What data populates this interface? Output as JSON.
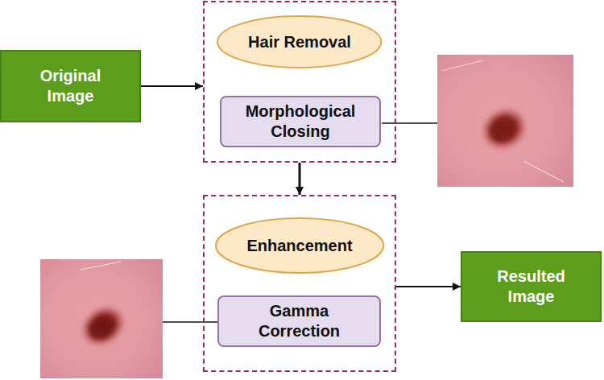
{
  "diagram": {
    "nodes": [
      {
        "text": [
          "Original Image"
        ]
      },
      {
        "text": []
      },
      {
        "text": [
          "Hair Removal"
        ],
        "in": 1
      },
      {
        "text": [
          "Morphological Closing"
        ],
        "in": 1
      },
      {
        "text": []
      },
      {
        "text": [
          "Enhancement"
        ],
        "in": 4
      },
      {
        "text": [
          "Gamma Correction"
        ],
        "in": 4
      },
      {
        "text": [
          "Resulted Image"
        ]
      }
    ],
    "edges": [
      {
        "from": 0,
        "to": 1,
        "arrow": "to"
      },
      {
        "from": 1,
        "to": 4,
        "arrow": "to"
      },
      {
        "from": 4,
        "to": 7,
        "arrow": "to"
      }
    ]
  }
}
